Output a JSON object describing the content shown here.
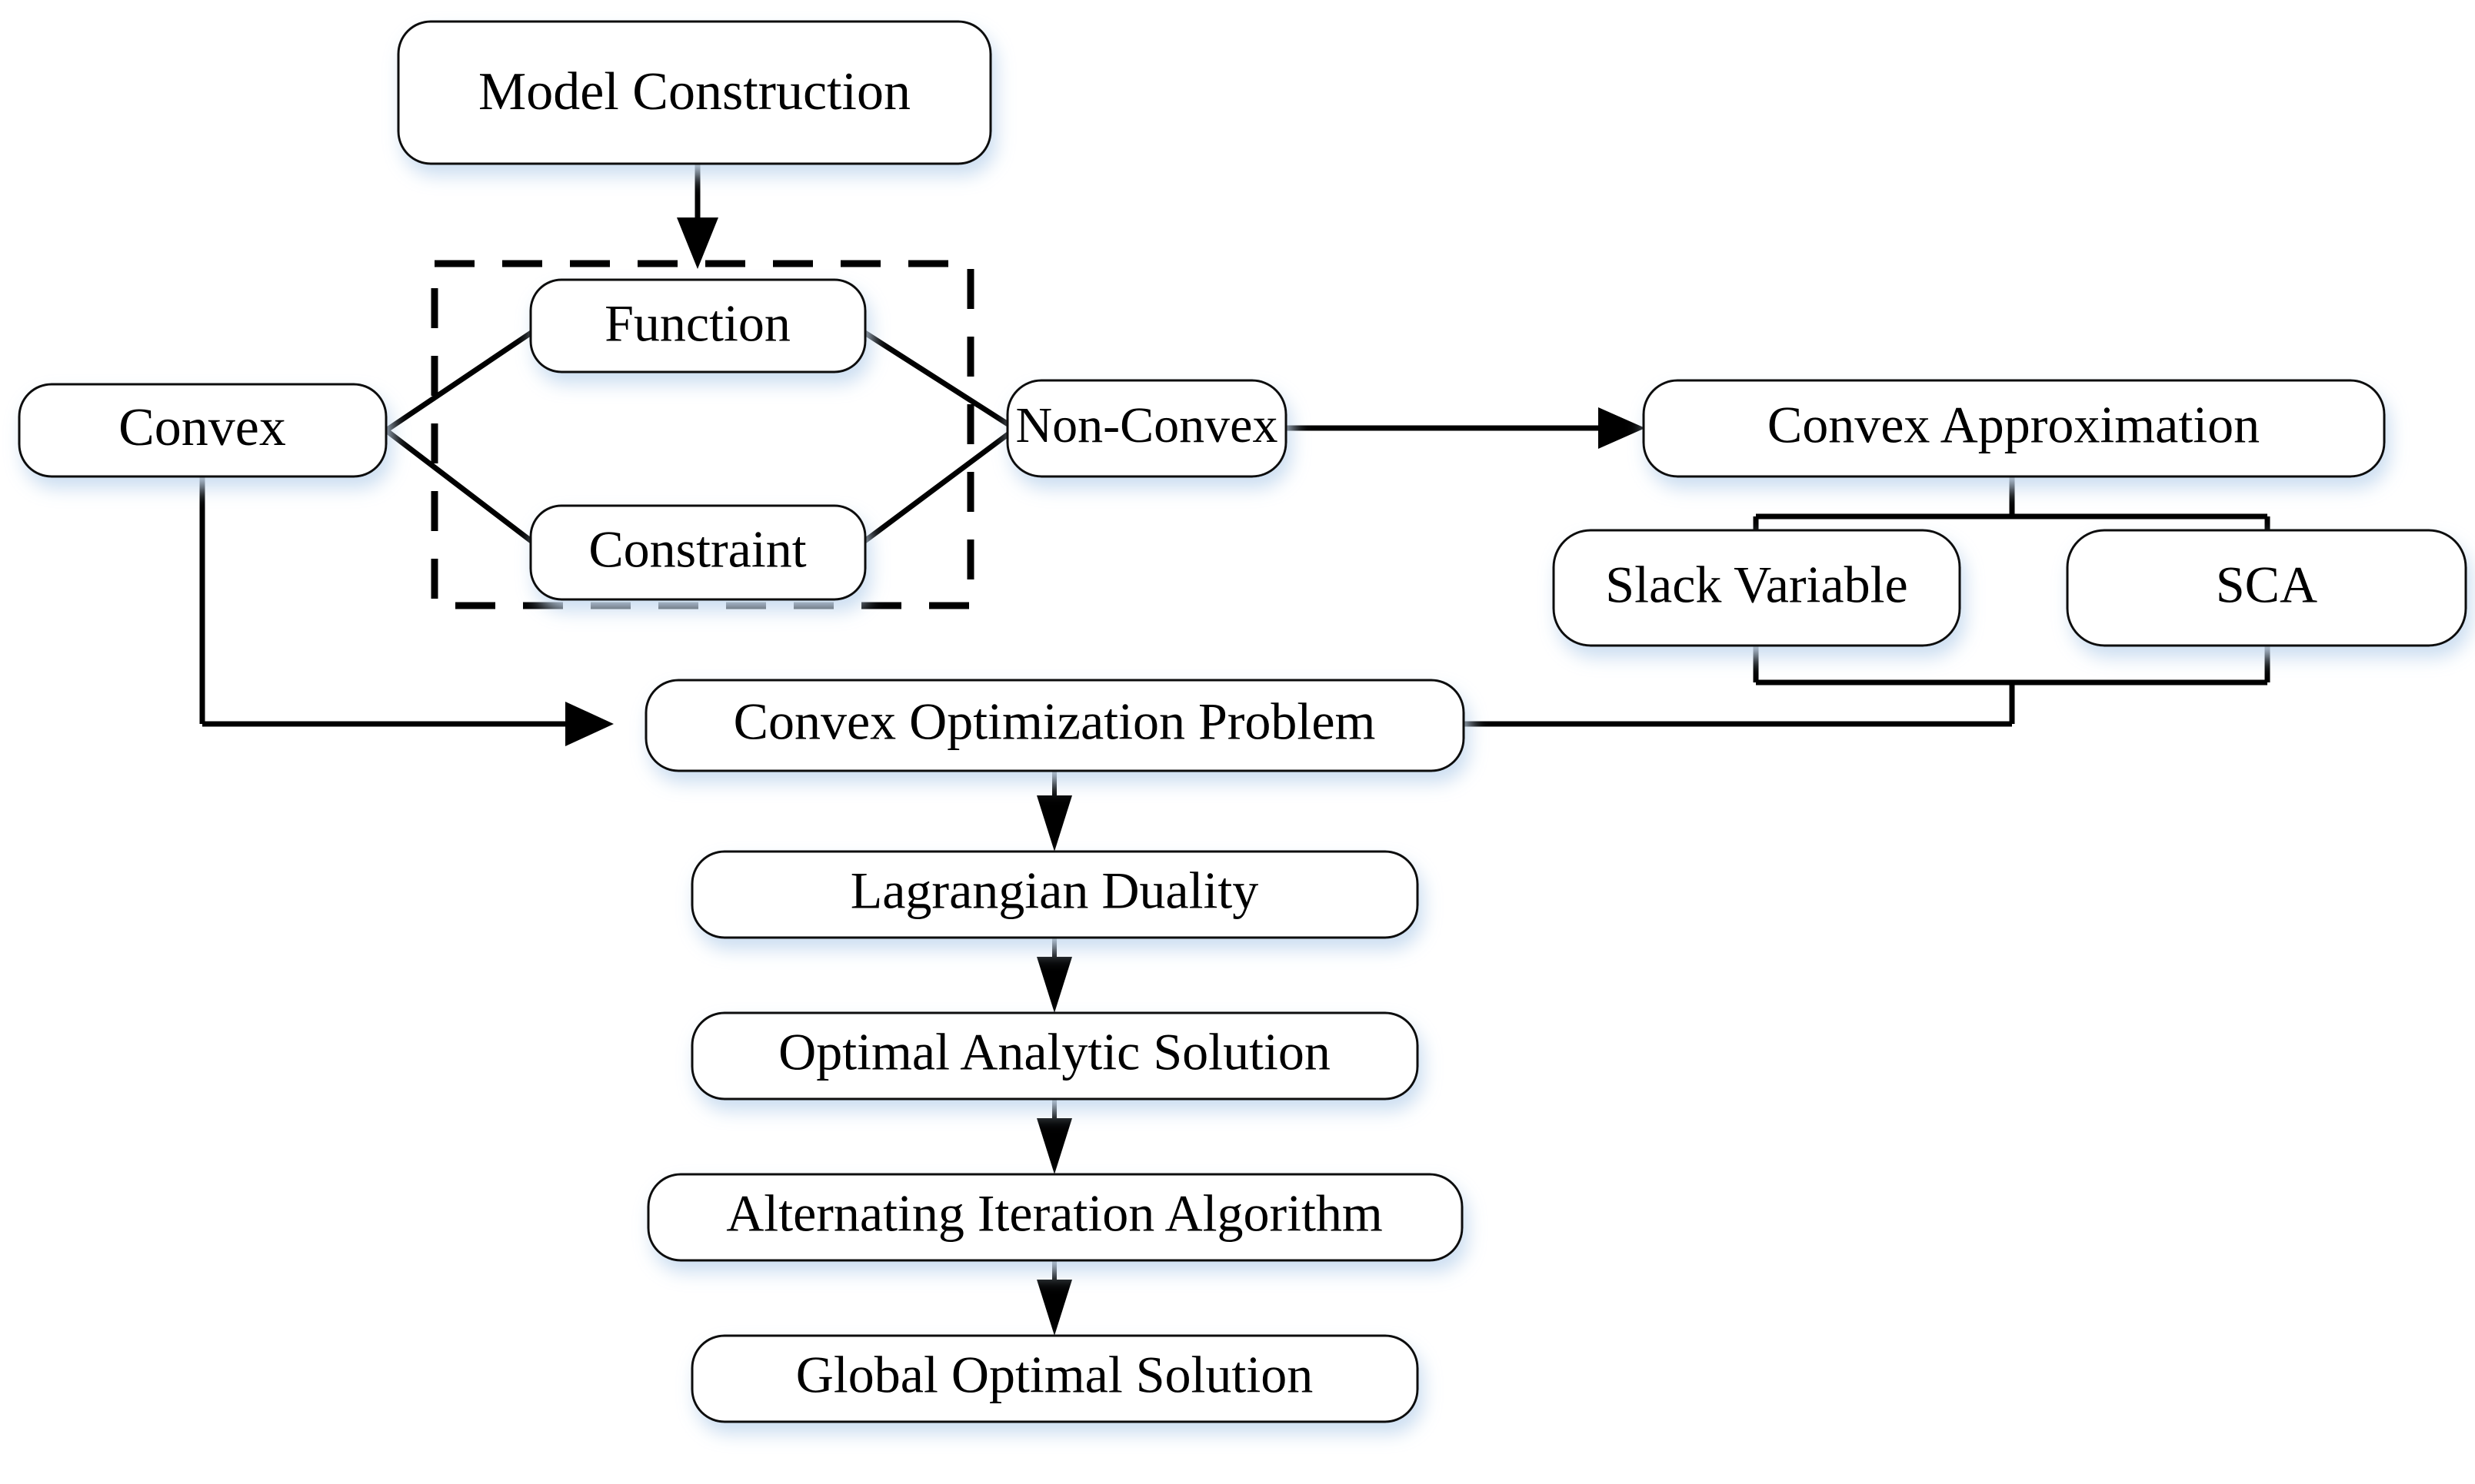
{
  "diagram": {
    "title": "Optimization Solution Framework Flowchart",
    "background_color": "#ffffff",
    "line_color": "#000000",
    "box_fill": "#ffffff",
    "box_stroke": "#111111",
    "glow_color": "#dbe7f5",
    "nodes": {
      "model_construction": "Model Construction",
      "function": "Function",
      "constraint": "Constraint",
      "convex": "Convex",
      "non_convex": "Non-Convex",
      "convex_approximation": "Convex Approximation",
      "slack_variable": "Slack Variable",
      "sca": "SCA",
      "convex_optimization_problem": "Convex Optimization Problem",
      "lagrangian_duality": "Lagrangian Duality",
      "optimal_analytic_solution": "Optimal Analytic Solution",
      "alternating_iteration_algorithm": "Alternating Iteration Algorithm",
      "global_optimal_solution": "Global Optimal Solution"
    },
    "groups": {
      "dashed_group_label": ""
    },
    "edges": [
      {
        "from": "model_construction",
        "to": "dashed-group",
        "style": "solid-arrow"
      },
      {
        "from": "convex",
        "to": "function",
        "style": "solid-line"
      },
      {
        "from": "convex",
        "to": "constraint",
        "style": "solid-line"
      },
      {
        "from": "function",
        "to": "non_convex",
        "style": "solid-line"
      },
      {
        "from": "constraint",
        "to": "non_convex",
        "style": "solid-line"
      },
      {
        "from": "non_convex",
        "to": "convex_approximation",
        "style": "solid-arrow"
      },
      {
        "from": "convex_approximation",
        "to": "slack_variable",
        "style": "solid-line"
      },
      {
        "from": "convex_approximation",
        "to": "sca",
        "style": "solid-line"
      },
      {
        "from": "slack_variable",
        "to": "convex_optimization_problem",
        "style": "solid-arrow"
      },
      {
        "from": "sca",
        "to": "convex_optimization_problem",
        "style": "solid-arrow"
      },
      {
        "from": "convex",
        "to": "convex_optimization_problem",
        "style": "solid-arrow"
      },
      {
        "from": "convex_optimization_problem",
        "to": "lagrangian_duality",
        "style": "solid-arrow"
      },
      {
        "from": "lagrangian_duality",
        "to": "optimal_analytic_solution",
        "style": "solid-arrow"
      },
      {
        "from": "optimal_analytic_solution",
        "to": "alternating_iteration_algorithm",
        "style": "solid-arrow"
      },
      {
        "from": "alternating_iteration_algorithm",
        "to": "global_optimal_solution",
        "style": "solid-arrow"
      }
    ]
  }
}
